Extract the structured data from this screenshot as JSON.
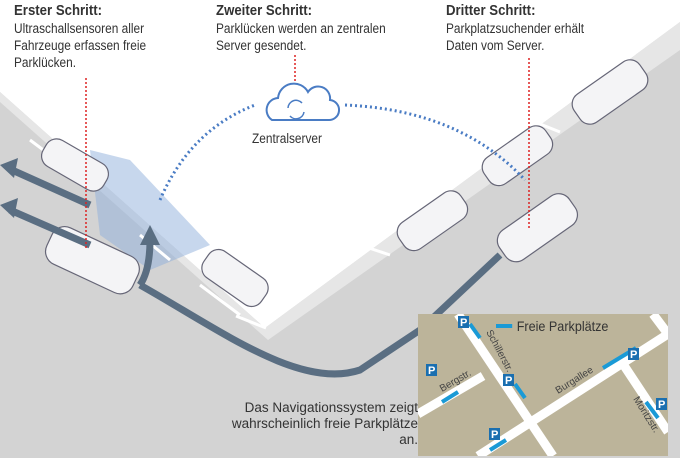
{
  "steps": [
    {
      "title": "Erster Schritt:",
      "text": "Ultraschallsensoren aller Fahrzeuge erfassen freie Parklücken."
    },
    {
      "title": "Zweiter Schritt:",
      "text": "Parklücken werden an zentralen Server gesendet."
    },
    {
      "title": "Dritter Schritt:",
      "text": "Parkplatzsuchender erhält Daten vom Server."
    }
  ],
  "server_label": "Zentralserver",
  "navigation_text": "Das Navigationssystem zeigt wahrscheinlich freie Parkplätze an.",
  "map": {
    "legend": "Freie Parkplätze",
    "parking_symbol": "P",
    "streets": [
      "Schillerstr.",
      "Bergstr.",
      "Burgallee",
      "Moritzstr."
    ]
  },
  "colors": {
    "accent": "#1a9ad6",
    "arrow": "#5a6e82",
    "dots": "#4a7cc4",
    "guide": "#d22"
  }
}
